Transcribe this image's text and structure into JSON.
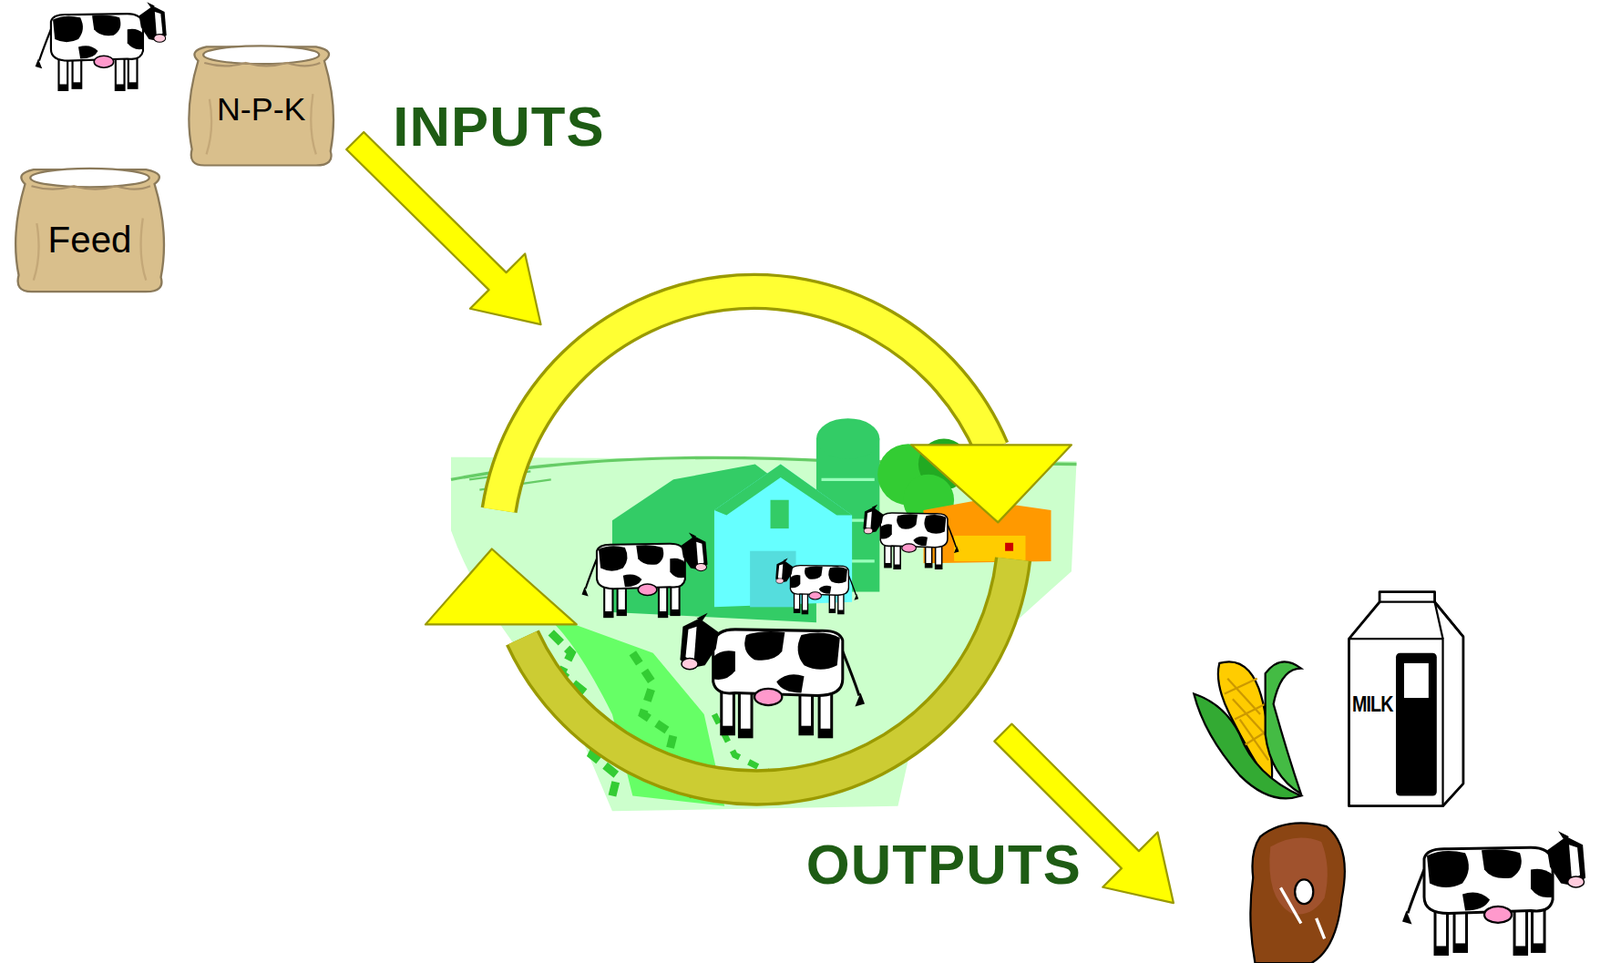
{
  "diagram": {
    "nodes": [
      {
        "text": [
          "N-P-K"
        ]
      },
      {
        "text": [
          "Feed"
        ]
      },
      {
        "text": [
          "MILK"
        ]
      }
    ],
    "labels": [
      "INPUTS",
      "OUTPUTS"
    ]
  }
}
